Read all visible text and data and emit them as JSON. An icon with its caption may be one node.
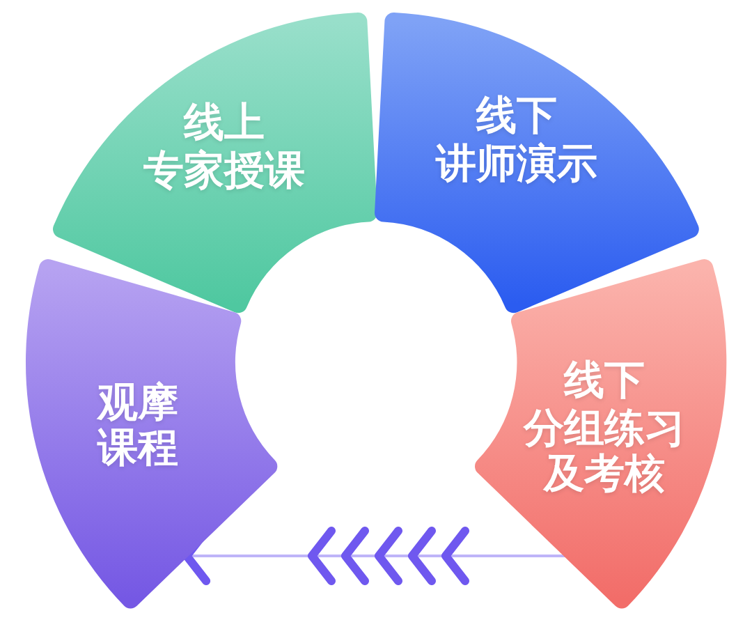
{
  "diagram": {
    "nodes": [
      {
        "text": [
          "线上",
          "专家授课"
        ]
      },
      {
        "text": [
          "线下",
          "讲师演示"
        ]
      },
      {
        "text": [
          "线下",
          "分组练习及考核"
        ]
      },
      {
        "text": [
          "观摩课程"
        ]
      }
    ],
    "edges": [
      {
        "from": 2,
        "to": 3,
        "arrow": "to"
      }
    ]
  }
}
